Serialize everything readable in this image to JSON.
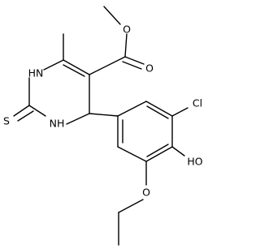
{
  "molecule": {
    "atom_labels": {
      "ester_oxygen": "O",
      "carbonyl_oxygen": "O",
      "ring_nh_top": "HN",
      "ring_nh_bottom": "NH",
      "thione_sulfur": "S",
      "chlorine": "Cl",
      "hydroxyl": "HO",
      "ether_oxygen": "O"
    }
  }
}
